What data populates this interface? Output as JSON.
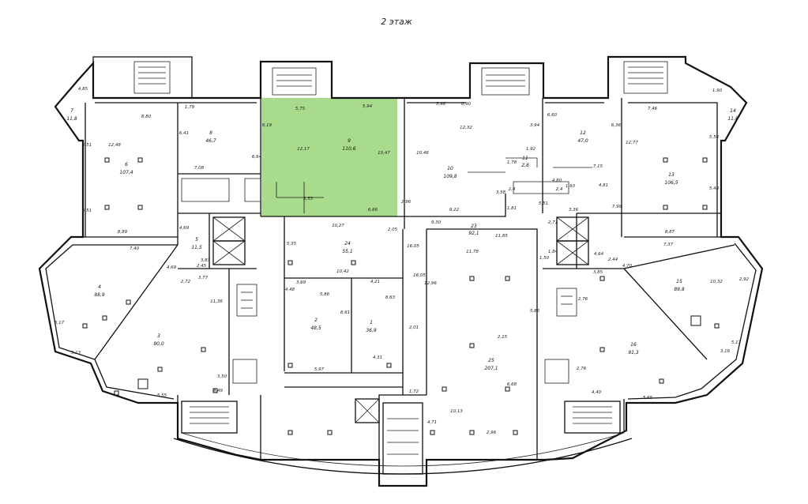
{
  "plan": {
    "floor_title": "2 этаж",
    "highlight_color": "#8fd16a",
    "rooms": [
      {
        "num": "1",
        "area": "36,9"
      },
      {
        "num": "2",
        "area": "48,5"
      },
      {
        "num": "3",
        "area": "90,0"
      },
      {
        "num": "4",
        "area": "88,9"
      },
      {
        "num": "5",
        "area": "11,5"
      },
      {
        "num": "6",
        "area": "107,4"
      },
      {
        "num": "7",
        "area": "11,8"
      },
      {
        "num": "8",
        "area": "46,7"
      },
      {
        "num": "9",
        "area": "110,6"
      },
      {
        "num": "10",
        "area": "109,8"
      },
      {
        "num": "11",
        "area": "2,8"
      },
      {
        "num": "12",
        "area": "47,0"
      },
      {
        "num": "13",
        "area": "106,5"
      },
      {
        "num": "14",
        "area": "11,8"
      },
      {
        "num": "15",
        "area": "89,8"
      },
      {
        "num": "16",
        "area": "91,3"
      },
      {
        "num": "23",
        "area": "92,1"
      },
      {
        "num": "24",
        "area": "55,1"
      },
      {
        "num": "25",
        "area": "207,1"
      }
    ],
    "dimensions": [
      "8,80",
      "12,48",
      "5,51",
      "5,51",
      "8,89",
      "7,40",
      "4,69",
      "2,72",
      "3,77",
      "5,17",
      "3,13",
      "5,55",
      "4,49",
      "3,50",
      "11,36",
      "3,83",
      "2,45",
      "4,69",
      "6,41",
      "7,08",
      "6,64",
      "1,79",
      "4,85",
      "5,75",
      "5,94",
      "6,19",
      "12,17",
      "10,47",
      "3,53",
      "6,66",
      "2,96",
      "10,46",
      "5,98",
      "0,90",
      "12,32",
      "3,94",
      "6,60",
      "6,36",
      "7,15",
      "7,46",
      "12,77",
      "5,54",
      "5,48",
      "8,87",
      "7,37",
      "4,81",
      "7,99",
      "2,44",
      "4,64",
      "3,36",
      "2,71",
      "1,84",
      "3,85",
      "4,70",
      "10,32",
      "2,92",
      "5,17",
      "3,16",
      "5,65",
      "4,40",
      "2,76",
      "2,76",
      "1,92",
      "1,78",
      "1,81",
      "5,51",
      "3,58",
      "9,22",
      "9,30",
      "11,85",
      "11,78",
      "16,05",
      "16,05",
      "12,96",
      "2,01",
      "1,72",
      "4,71",
      "10,13",
      "2,96",
      "6,68",
      "2,15",
      "5,86",
      "1,50",
      "10,27",
      "10,42",
      "5,35",
      "3,69",
      "5,86",
      "8,61",
      "4,21",
      "8,63",
      "4,48",
      "5,97",
      "4,31",
      "2,05",
      "2,4",
      "2,4",
      "1,93",
      "4,80",
      "1,90"
    ]
  }
}
